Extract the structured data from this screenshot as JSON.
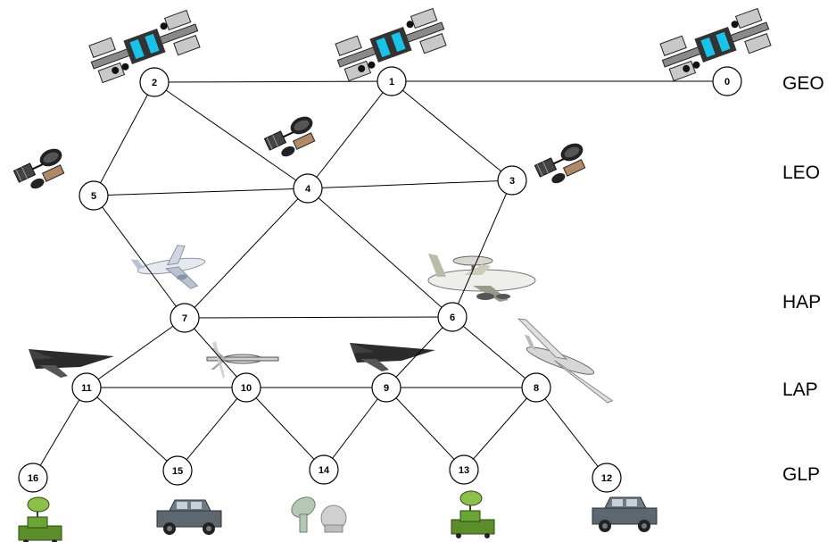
{
  "layers": [
    {
      "id": "geo",
      "label": "GEO"
    },
    {
      "id": "leo",
      "label": "LEO"
    },
    {
      "id": "hap",
      "label": "HAP"
    },
    {
      "id": "lap",
      "label": "LAP"
    },
    {
      "id": "glp",
      "label": "GLP"
    }
  ],
  "nodes": [
    {
      "id": 0,
      "label": "0",
      "layer": "geo"
    },
    {
      "id": 1,
      "label": "1",
      "layer": "geo"
    },
    {
      "id": 2,
      "label": "2",
      "layer": "geo"
    },
    {
      "id": 3,
      "label": "3",
      "layer": "leo"
    },
    {
      "id": 4,
      "label": "4",
      "layer": "leo"
    },
    {
      "id": 5,
      "label": "5",
      "layer": "leo"
    },
    {
      "id": 6,
      "label": "6",
      "layer": "hap"
    },
    {
      "id": 7,
      "label": "7",
      "layer": "hap"
    },
    {
      "id": 8,
      "label": "8",
      "layer": "lap"
    },
    {
      "id": 9,
      "label": "9",
      "layer": "lap"
    },
    {
      "id": 10,
      "label": "10",
      "layer": "lap"
    },
    {
      "id": 11,
      "label": "11",
      "layer": "lap"
    },
    {
      "id": 12,
      "label": "12",
      "layer": "glp"
    },
    {
      "id": 13,
      "label": "13",
      "layer": "glp"
    },
    {
      "id": 14,
      "label": "14",
      "layer": "glp"
    },
    {
      "id": 15,
      "label": "15",
      "layer": "glp"
    },
    {
      "id": 16,
      "label": "16",
      "layer": "glp"
    }
  ],
  "edges": [
    [
      2,
      1
    ],
    [
      1,
      0
    ],
    [
      2,
      5
    ],
    [
      2,
      4
    ],
    [
      1,
      4
    ],
    [
      1,
      3
    ],
    [
      5,
      4
    ],
    [
      4,
      3
    ],
    [
      5,
      7
    ],
    [
      4,
      7
    ],
    [
      4,
      6
    ],
    [
      3,
      6
    ],
    [
      7,
      6
    ],
    [
      7,
      11
    ],
    [
      7,
      10
    ],
    [
      6,
      9
    ],
    [
      6,
      8
    ],
    [
      11,
      10
    ],
    [
      10,
      9
    ],
    [
      9,
      8
    ],
    [
      11,
      16
    ],
    [
      11,
      15
    ],
    [
      10,
      15
    ],
    [
      10,
      14
    ],
    [
      9,
      14
    ],
    [
      9,
      13
    ],
    [
      8,
      13
    ],
    [
      8,
      12
    ]
  ],
  "icons": [
    {
      "type": "space-station",
      "name": "space-station-icon"
    },
    {
      "type": "space-station",
      "name": "space-station-icon"
    },
    {
      "type": "space-station",
      "name": "space-station-icon"
    },
    {
      "type": "satellite",
      "name": "satellite-icon"
    },
    {
      "type": "satellite",
      "name": "satellite-icon"
    },
    {
      "type": "satellite",
      "name": "satellite-icon"
    },
    {
      "type": "airliner",
      "name": "airliner-icon"
    },
    {
      "type": "awacs",
      "name": "awacs-aircraft-icon"
    },
    {
      "type": "stealth",
      "name": "stealth-drone-icon"
    },
    {
      "type": "drone",
      "name": "predator-drone-icon"
    },
    {
      "type": "stealth",
      "name": "stealth-drone-icon"
    },
    {
      "type": "drone-large",
      "name": "global-hawk-drone-icon"
    },
    {
      "type": "radar-truck",
      "name": "radar-truck-icon"
    },
    {
      "type": "humvee",
      "name": "humvee-icon"
    },
    {
      "type": "ground-station",
      "name": "ground-station-icon"
    },
    {
      "type": "radar-truck",
      "name": "radar-truck-icon"
    },
    {
      "type": "humvee",
      "name": "humvee-icon"
    }
  ]
}
